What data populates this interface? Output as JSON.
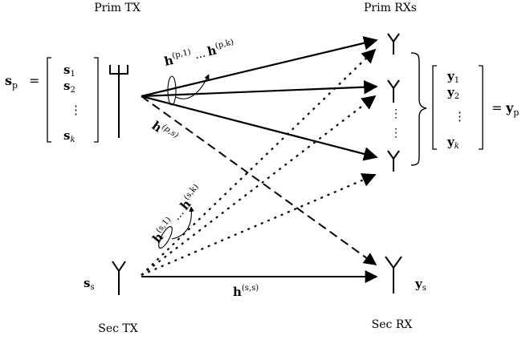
{
  "labels": {
    "prim_tx": "Prim TX",
    "prim_rxs": "Prim RXs",
    "sec_tx": "Sec TX",
    "sec_rx": "Sec RX"
  },
  "primary_vector": {
    "lhs": "s",
    "lhs_sub": "p",
    "entries": [
      {
        "sym": "s",
        "sub": "1"
      },
      {
        "sym": "s",
        "sub": "2"
      },
      {
        "sym": "⋮",
        "sub": ""
      },
      {
        "sym": "s",
        "sub": "k"
      }
    ]
  },
  "received_vector": {
    "rhs": "y",
    "rhs_sub": "p",
    "entries": [
      {
        "sym": "y",
        "sub": "1"
      },
      {
        "sym": "y",
        "sub": "2"
      },
      {
        "sym": "⋮",
        "sub": ""
      },
      {
        "sym": "y",
        "sub": "k"
      }
    ]
  },
  "secondary_input": {
    "sym": "s",
    "sub": "s"
  },
  "secondary_output": {
    "sym": "y",
    "sub": "s"
  },
  "channels": {
    "prim_first": {
      "sym": "h",
      "sup": "(p,1)"
    },
    "prim_last": {
      "sym": "h",
      "sup": "(p,k)"
    },
    "prim_dots": "...",
    "prim_to_sec": {
      "sym": "h",
      "sup": "(p,s)"
    },
    "sec_first": {
      "sym": "h",
      "sup": "(s,1)"
    },
    "sec_last": {
      "sym": "h",
      "sup": "(s,k)"
    },
    "sec_dots": "...",
    "sec_to_sec": {
      "sym": "h",
      "sup": "(s,s)"
    }
  }
}
